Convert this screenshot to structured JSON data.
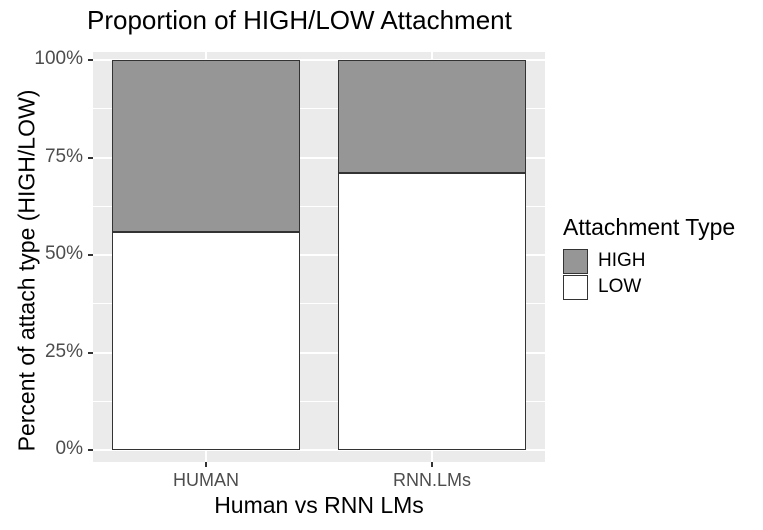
{
  "chart_data": {
    "type": "bar",
    "subtype": "stacked-percent",
    "title": "Proportion of HIGH/LOW Attachment",
    "xlabel": "Human vs RNN LMs",
    "ylabel": "Percent of attach type (HIGH/LOW)",
    "categories": [
      "HUMAN",
      "RNN.LMs"
    ],
    "series": [
      {
        "name": "HIGH",
        "values": [
          44,
          29
        ],
        "color": "#969696"
      },
      {
        "name": "LOW",
        "values": [
          56,
          71
        ],
        "color": "#ffffff"
      }
    ],
    "ylim": [
      0,
      100
    ],
    "ytick_values": [
      0,
      25,
      50,
      75,
      100
    ],
    "ytick_labels": [
      "0%",
      "25%",
      "50%",
      "75%",
      "100%"
    ],
    "yminor_tick_values": [
      12.5,
      37.5,
      62.5,
      87.5
    ],
    "grid": true,
    "legend": {
      "title": "Attachment Type",
      "position": "right",
      "entries": [
        {
          "label": "HIGH",
          "color": "#969696"
        },
        {
          "label": "LOW",
          "color": "#ffffff"
        }
      ]
    },
    "panel_background": "#ebebeb",
    "grid_color": "#ffffff",
    "bar_border_color": "#333333"
  }
}
